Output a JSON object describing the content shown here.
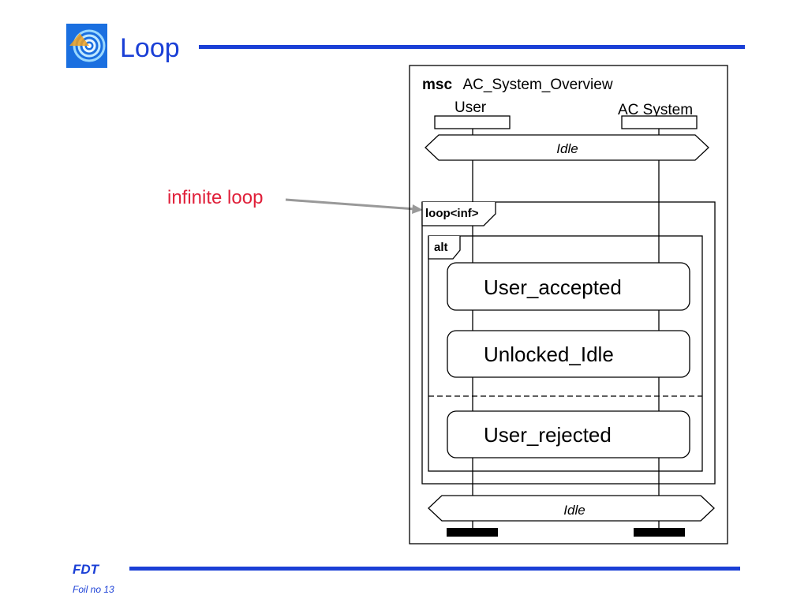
{
  "slide": {
    "title": "Loop",
    "footer_brand": "FDT",
    "footer_foil": "Foil no 13",
    "colors": {
      "accent": "#1a3fd6",
      "annotation": "#e0203a",
      "arrow": "#999999"
    }
  },
  "annotation": {
    "text": "infinite loop"
  },
  "msc": {
    "keyword": "msc",
    "name": "AC_System_Overview",
    "instances": [
      "User",
      "AC System"
    ],
    "start_condition": "Idle",
    "end_condition": "Idle",
    "loop_label": "loop<inf>",
    "alt_label": "alt",
    "references": [
      "User_accepted",
      "Unlocked_Idle",
      "User_rejected"
    ]
  }
}
